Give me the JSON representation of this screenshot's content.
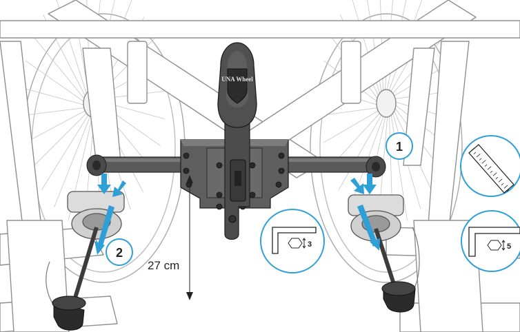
{
  "colors": {
    "accent": "#2f9fd8",
    "frame_stroke": "#9a9a9a",
    "part_dark": "#4a4a4a",
    "part_mid": "#6a6a6a",
    "background": "#ffffff"
  },
  "callouts": {
    "step1": "1",
    "step2": "2"
  },
  "dimension": {
    "label": "27 cm"
  },
  "brand_logo_text": "UNA Wheel",
  "tools": {
    "hex_key_small": {
      "size": "3",
      "icon": "hex-key-icon"
    },
    "hex_key_large": {
      "size": "5",
      "icon": "hex-key-icon"
    },
    "ruler": {
      "icon": "ruler-icon"
    }
  }
}
